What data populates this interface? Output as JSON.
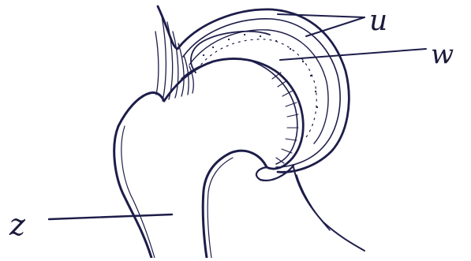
{
  "diagram": {
    "labels": {
      "u": "u",
      "w": "w",
      "z": "z"
    },
    "colors": {
      "ink": "#1d1d4a",
      "paper": "#ffffff"
    }
  }
}
